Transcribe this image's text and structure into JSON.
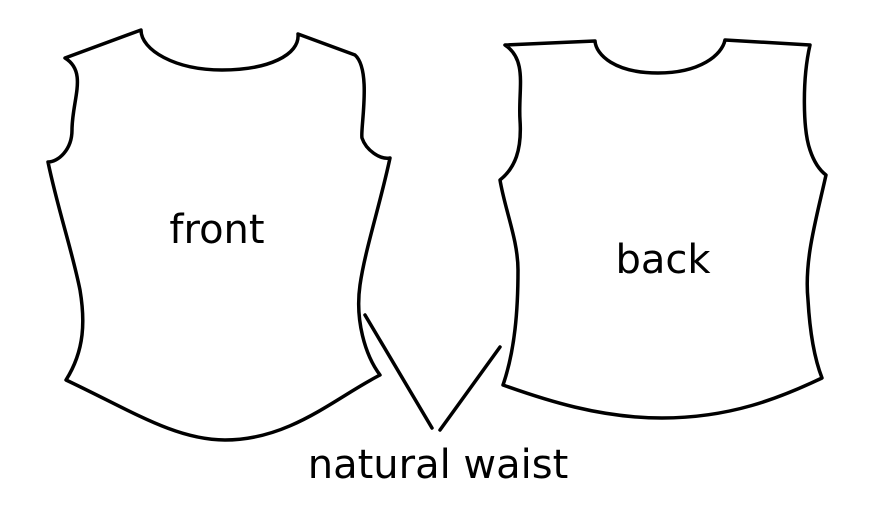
{
  "labels": {
    "front": "front",
    "back": "back",
    "waist": "natural waist"
  },
  "colors": {
    "background": "#ffffff",
    "stroke": "#000000"
  }
}
